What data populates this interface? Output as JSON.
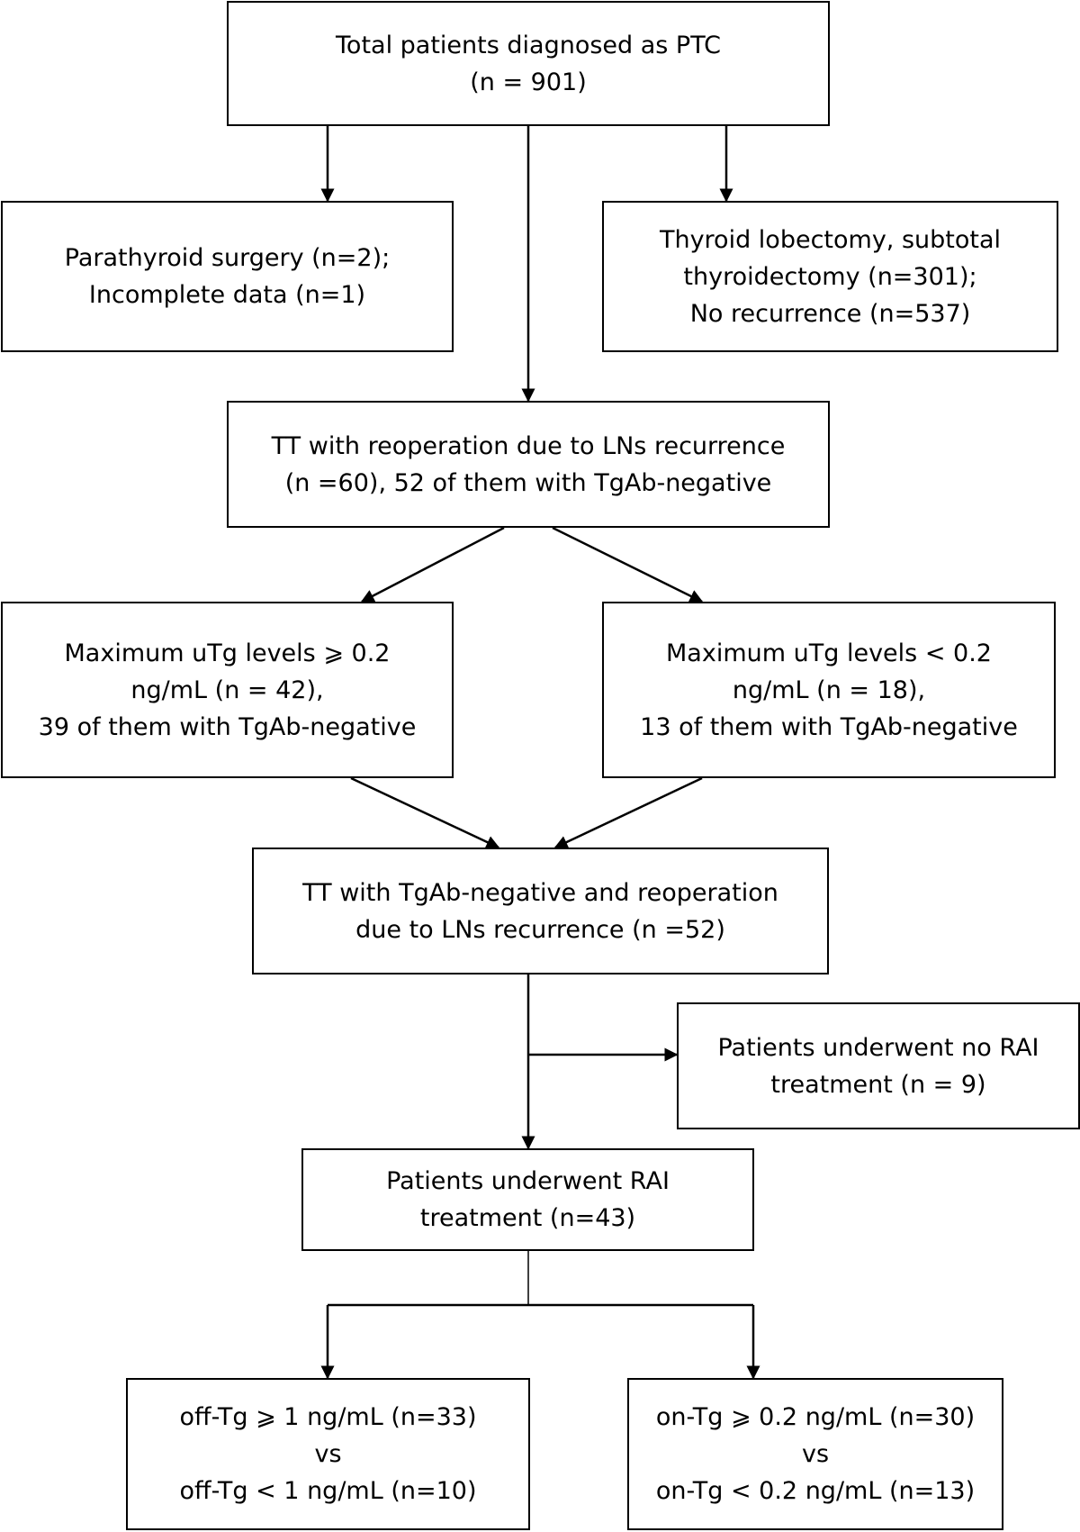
{
  "boxes": {
    "total": [
      "Total patients diagnosed as PTC",
      "(n = 901)"
    ],
    "excluded_left": [
      "Parathyroid surgery (n=2);",
      "Incomplete data (n=1)"
    ],
    "excluded_right": [
      "Thyroid lobectomy, subtotal",
      "thyroidectomy (n=301);",
      "No recurrence (n=537)"
    ],
    "tt_reoperation": [
      "TT with reoperation due to LNs recurrence",
      "(n =60), 52 of them with TgAb-negative"
    ],
    "utg_high": [
      "Maximum uTg levels ⩾ 0.2",
      "ng/mL (n = 42),",
      "39 of them with TgAb-negative"
    ],
    "utg_low": [
      "Maximum uTg levels < 0.2",
      "ng/mL (n = 18),",
      "13 of them with TgAb-negative"
    ],
    "tt_tgab_negative": [
      "TT with TgAb-negative and reoperation",
      "due to LNs recurrence (n =52)"
    ],
    "no_rai": [
      "Patients underwent no RAI",
      "treatment (n = 9)"
    ],
    "rai": [
      "Patients underwent RAI",
      "treatment (n=43)"
    ],
    "off_tg": [
      "off-Tg ⩾ 1 ng/mL (n=33)",
      "vs",
      "off-Tg < 1 ng/mL (n=10)"
    ],
    "on_tg": [
      "on-Tg ⩾ 0.2 ng/mL (n=30)",
      "vs",
      "on-Tg < 0.2 ng/mL (n=13)"
    ]
  },
  "colors": {
    "stroke": "#000000",
    "fill": "#ffffff",
    "text": "#000000"
  }
}
